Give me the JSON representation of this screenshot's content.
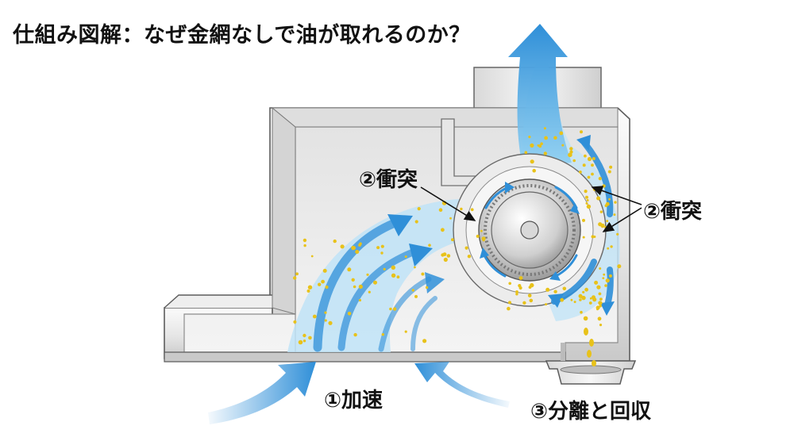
{
  "title": "仕組み図解：なぜ金網なしで油が取れるのか？",
  "labels": {
    "collide_left": "②衝突",
    "collide_right": "②衝突",
    "accelerate": "①加速",
    "separate": "③分離と回収"
  },
  "colors": {
    "air_flow": "#2f8fd8",
    "air_flow_light": "#bfe3f7",
    "oil_droplet": "#e8c21a",
    "metal_light": "#f2f2f2",
    "metal_dark": "#8a8a8a",
    "outline": "#555555",
    "text": "#111111"
  },
  "icons": [
    "airflow-arrow-icon",
    "oil-droplet-icon",
    "fan-rotor-icon"
  ]
}
